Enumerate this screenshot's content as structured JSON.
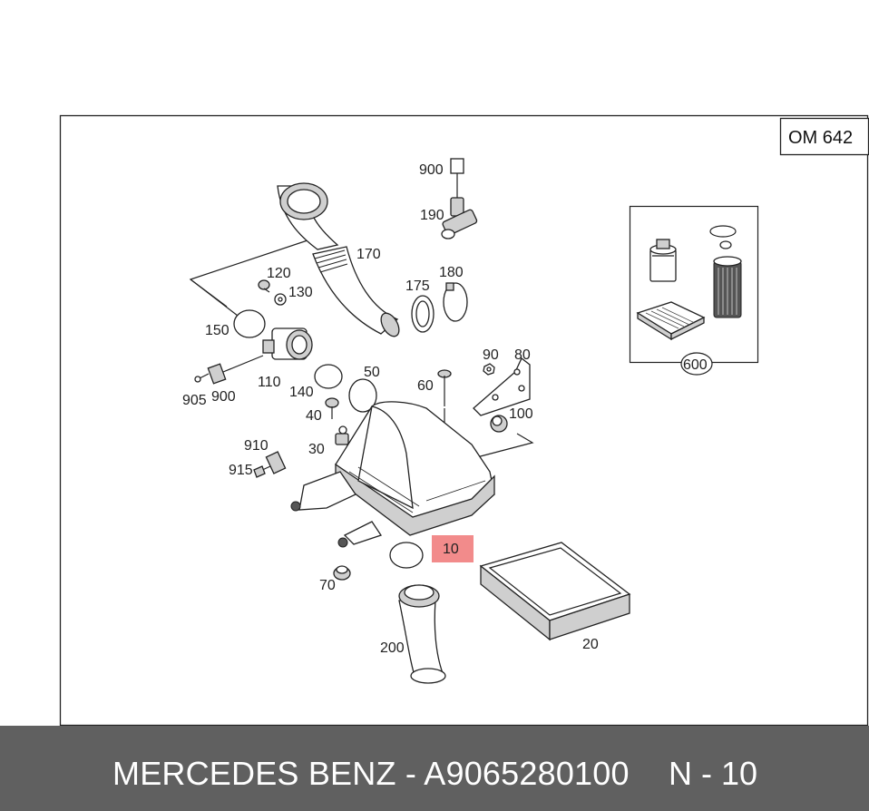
{
  "diagram": {
    "edition": "OM 642",
    "highlight_label": "10",
    "callouts": [
      "900",
      "190",
      "170",
      "120",
      "130",
      "175",
      "180",
      "150",
      "110",
      "905",
      "900",
      "140",
      "50",
      "90",
      "80",
      "60",
      "100",
      "40",
      "910",
      "30",
      "915",
      "70",
      "200",
      "20",
      "600"
    ]
  },
  "footer": {
    "brand": "MERCEDES BENZ",
    "separator": "-",
    "part_number": "A9065280100",
    "position": "N - 10"
  },
  "colors": {
    "footer_bg": "#606060",
    "highlight": "#f28b8b",
    "line": "#222222"
  }
}
